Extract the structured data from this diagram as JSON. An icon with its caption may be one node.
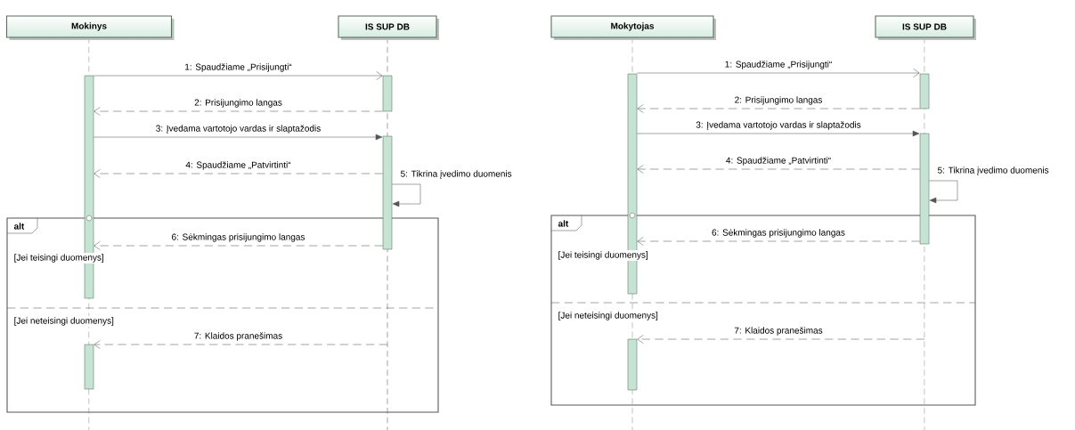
{
  "diagram": {
    "nodes": [
      {
        "text": [
          "Mokinys"
        ]
      },
      {
        "text": [
          "IS SUP DB"
        ]
      },
      {
        "text": [
          "alt",
          "[Jei teisingi duomenys]",
          "[Jei neteisingi duomenys]"
        ]
      },
      {
        "text": [],
        "shape": "bar"
      },
      {
        "text": [],
        "shape": "bar"
      },
      {
        "text": [],
        "shape": "bar"
      },
      {
        "text": [],
        "shape": "bar",
        "in": 2
      },
      {
        "text": [
          "Mokytojas"
        ]
      },
      {
        "text": [
          "IS SUP DB"
        ]
      },
      {
        "text": [
          "alt",
          "[Jei teisingi duomenys]",
          "[Jei neteisingi duomenys]"
        ]
      },
      {
        "text": [],
        "shape": "bar"
      },
      {
        "text": [],
        "shape": "bar"
      },
      {
        "text": [],
        "shape": "bar"
      },
      {
        "text": [],
        "shape": "bar",
        "in": 9
      }
    ],
    "edges": [
      {
        "from": 3,
        "to": 4,
        "arrow": "to",
        "label": "1: Spaudžiame „Prisijungti“"
      },
      {
        "from": 4,
        "to": 3,
        "arrow": "to",
        "style": "dashed",
        "label": "2: Prisijungimo langas"
      },
      {
        "from": 3,
        "to": 5,
        "arrow": "to",
        "label": "3: Įvedama vartotojo vardas ir slaptažodis"
      },
      {
        "from": 5,
        "to": 3,
        "arrow": "to",
        "style": "dashed",
        "label": "4: Spaudžiame „Patvirtinti“"
      },
      {
        "from": 5,
        "to": 5,
        "arrow": "to",
        "label": "5: Tikrina įvedimo duomenis"
      },
      {
        "from": 5,
        "to": 3,
        "arrow": "to",
        "style": "dashed",
        "label": "6: Sėkmingas prisijungimo langas"
      },
      {
        "from": null,
        "to": 6,
        "arrow": "to",
        "style": "dashed",
        "label": "7: Klaidos pranešimas"
      },
      {
        "from": 10,
        "to": 11,
        "arrow": "to",
        "label": "1: Spaudžiame „Prisijungti“"
      },
      {
        "from": 11,
        "to": 10,
        "arrow": "to",
        "style": "dashed",
        "label": "2: Prisijungimo langas"
      },
      {
        "from": 10,
        "to": 12,
        "arrow": "to",
        "label": "3: Įvedama vartotojo vardas ir slaptažodis"
      },
      {
        "from": 12,
        "to": 10,
        "arrow": "to",
        "style": "dashed",
        "label": "4: Spaudžiame „Patvirtinti“"
      },
      {
        "from": 12,
        "to": 12,
        "arrow": "to",
        "label": "5: Tikrina įvedimo duomenis"
      },
      {
        "from": 12,
        "to": 10,
        "arrow": "to",
        "style": "dashed",
        "label": "6: Sėkmingas prisijungimo langas"
      },
      {
        "from": null,
        "to": 13,
        "arrow": "to",
        "style": "dashed",
        "label": "7: Klaidos pranešimas"
      }
    ]
  }
}
